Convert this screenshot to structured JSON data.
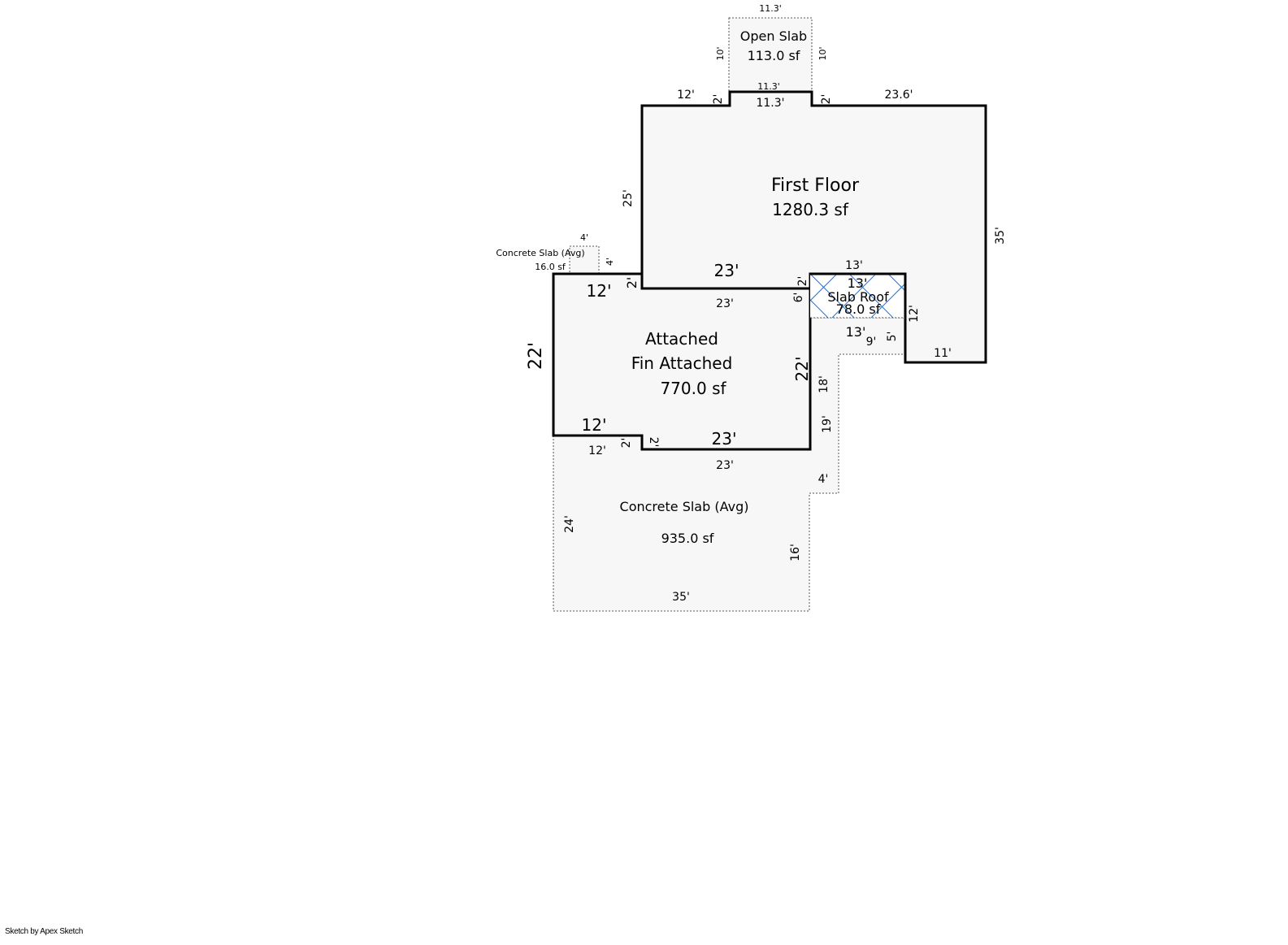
{
  "areas": {
    "first_floor": {
      "name": "First Floor",
      "area": "1280.3 sf"
    },
    "garage": {
      "name1": "Attached",
      "name2": "Fin Attached",
      "area": "770.0 sf"
    },
    "open_slab": {
      "name": "Open Slab",
      "area": "113.0 sf"
    },
    "slab_roof": {
      "name": "Slab Roof",
      "area": "78.0 sf"
    },
    "concrete_slab": {
      "name": "Concrete Slab (Avg)",
      "area": "935.0 sf"
    },
    "small_slab": {
      "name": "Concrete Slab (Avg)",
      "area": "16.0 sf"
    }
  },
  "dims": [
    "11.3'",
    "10'",
    "10'",
    "11.3'",
    "11.3'",
    "12'",
    "2'",
    "2'",
    "23.6'",
    "25'",
    "35'",
    "4'",
    "4'",
    "23'",
    "12'",
    "2'",
    "23'",
    "13'",
    "2'",
    "6'",
    "13'",
    "12'",
    "13'",
    "9'",
    "5'",
    "11'",
    "22'",
    "22'",
    "18'",
    "19'",
    "12'",
    "12'",
    "2'",
    "2'",
    "23'",
    "23'",
    "4'",
    "24'",
    "16'",
    "35'"
  ],
  "colors": {
    "hatch": "#3a6fb0",
    "fill": "#f7f7f7"
  },
  "footer": "Sketch by Apex Sketch"
}
